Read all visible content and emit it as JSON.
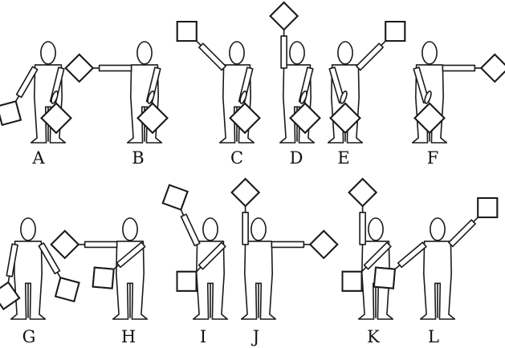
{
  "colors": {
    "ink": "#1a1a1a",
    "flag_shade": "#9a9a9a",
    "background": "#ffffff"
  },
  "letters": [
    {
      "label": "A"
    },
    {
      "label": "B"
    },
    {
      "label": "C"
    },
    {
      "label": "D"
    },
    {
      "label": "E"
    },
    {
      "label": "F"
    },
    {
      "label": "G"
    },
    {
      "label": "H"
    },
    {
      "label": "I"
    },
    {
      "label": "J"
    },
    {
      "label": "K"
    },
    {
      "label": "L"
    }
  ]
}
